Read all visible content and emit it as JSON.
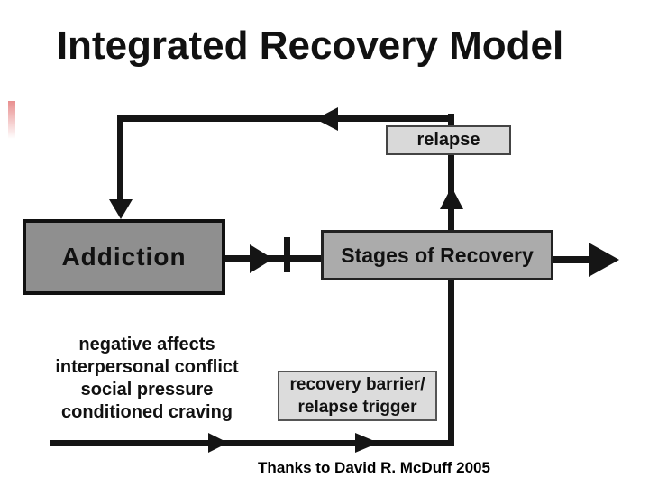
{
  "slide": {
    "title": "Integrated Recovery Model",
    "credit": "Thanks to David R. McDuff 2005"
  },
  "boxes": {
    "addiction": {
      "label": "Addiction"
    },
    "stages": {
      "label": "Stages of Recovery"
    },
    "relapse": {
      "label": "relapse"
    },
    "barrier": {
      "line1": "recovery barrier/",
      "line2": "relapse trigger"
    }
  },
  "factors": {
    "lines": [
      "negative affects",
      "interpersonal conflict",
      "social pressure",
      "conditioned craving"
    ]
  },
  "colors": {
    "addiction_fill": "#8f8f8f",
    "stages_fill": "#ababab",
    "relapse_fill": "#d9d9d9",
    "barrier_fill": "#dcdcdc",
    "line": "#151515",
    "accent_mark": "#e88f8f"
  }
}
